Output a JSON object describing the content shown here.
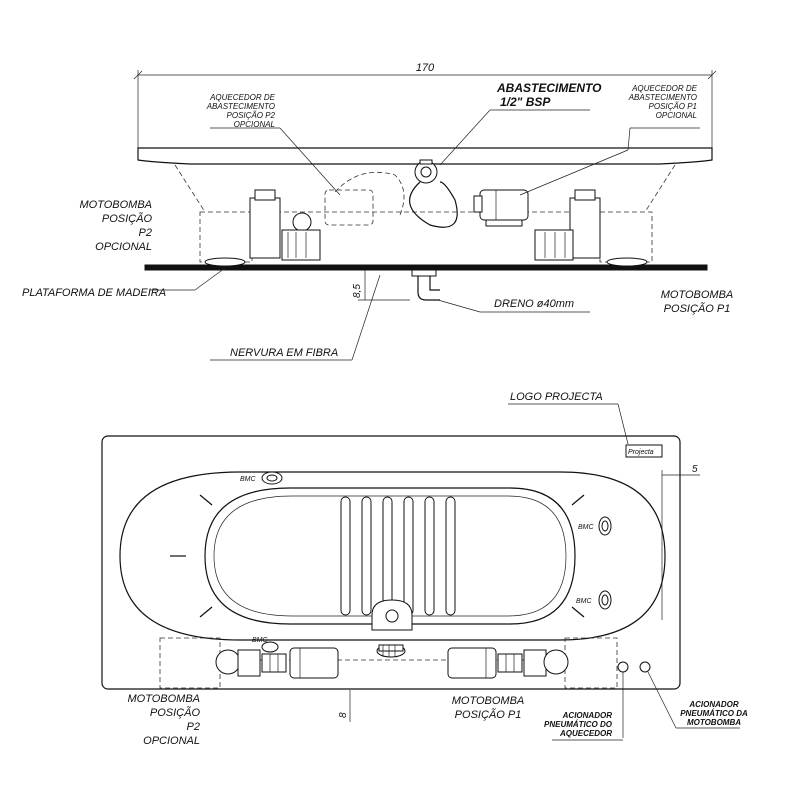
{
  "top_view": {
    "dimension_length": "170",
    "supply_title": "ABASTECIMENTO",
    "supply_size": "1/2\" BSP",
    "heater_p2": [
      "AQUECEDOR DE",
      "ABASTECIMENTO",
      "POSIÇÃO P2",
      "OPCIONAL"
    ],
    "heater_p1": [
      "AQUECEDOR DE",
      "ABASTECIMENTO",
      "POSIÇÃO P1",
      "OPCIONAL"
    ],
    "pump_p2": [
      "MOTOBOMBA",
      "POSIÇÃO",
      "P2",
      "OPCIONAL"
    ],
    "platform": "PLATAFORMA DE MADEIRA",
    "height_dim": "8,5",
    "drain": "DRENO ø40mm",
    "pump_p1": [
      "MOTOBOMBA",
      "POSIÇÃO P1"
    ],
    "rib": "NERVURA EM FIBRA"
  },
  "plan_view": {
    "logo_label": "LOGO PROJECTA",
    "logo_text": "Projecta",
    "edge_dim": "5",
    "bmc": [
      "BMC",
      "BMC",
      "BMC",
      "BMC"
    ],
    "bottom_dim": "8",
    "pump_p2": [
      "MOTOBOMBA",
      "POSIÇÃO",
      "P2",
      "OPCIONAL"
    ],
    "pump_p1": [
      "MOTOBOMBA",
      "POSIÇÃO P1"
    ],
    "heater_actuator": [
      "ACIONADOR",
      "PNEUMÁTICO DO",
      "AQUECEDOR"
    ],
    "pump_actuator": [
      "ACIONADOR",
      "PNEUMÁTICO DA",
      "MOTOBOMBA"
    ]
  }
}
